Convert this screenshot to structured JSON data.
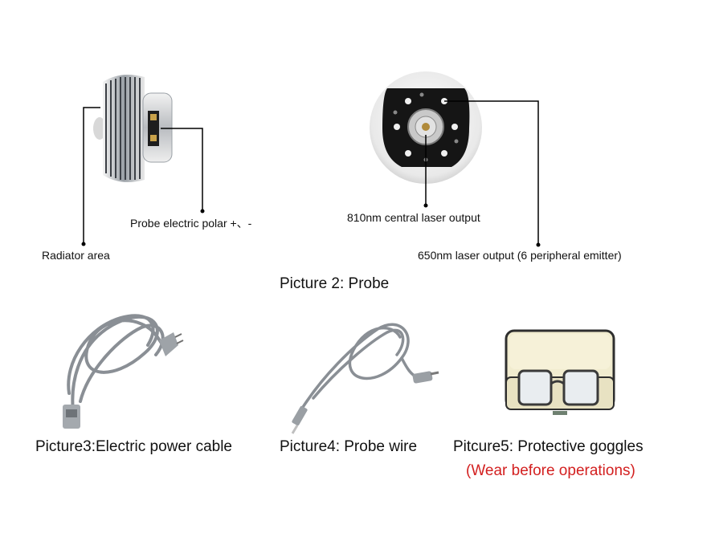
{
  "probe_labels": {
    "electric_polar": "Probe electric polar +、-",
    "radiator": "Radiator area",
    "central_laser": "810nm central laser output",
    "peripheral_laser": "650nm laser output (6 peripheral emitter)"
  },
  "captions": {
    "probe": "Picture 2: Probe",
    "power_cable": "Picture3:Electric power cable",
    "probe_wire": "Picture4: Probe wire",
    "goggles": "Pitcure5: Protective goggles",
    "goggles_note": "(Wear before operations)"
  },
  "colors": {
    "warning_text": "#d32020",
    "leader_line": "#000000",
    "cable_gray": "#8a8f95"
  }
}
